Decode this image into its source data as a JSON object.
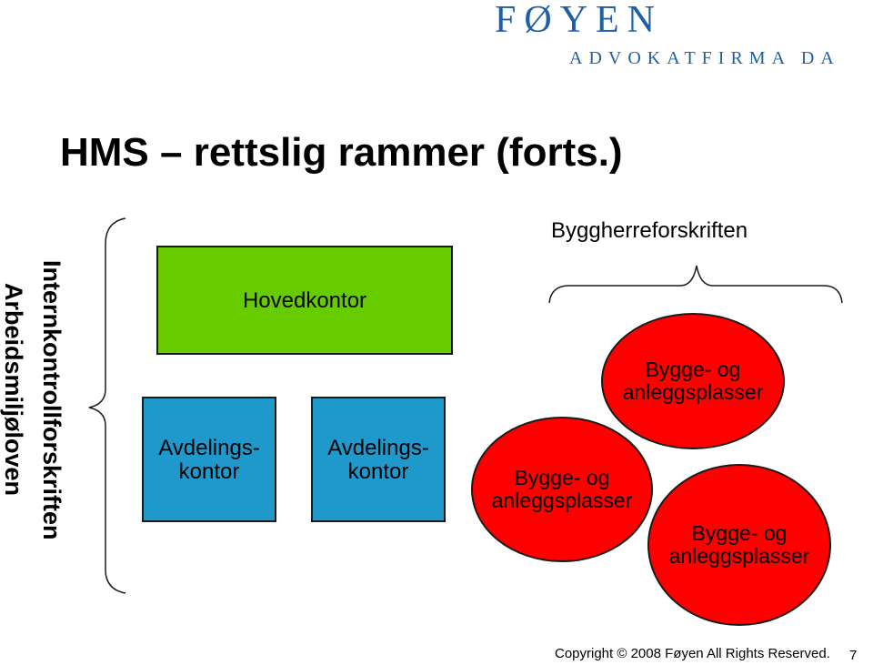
{
  "logo": {
    "name": "FØYEN",
    "subtitle": "ADVOKATFIRMA DA"
  },
  "slide": {
    "title": "HMS – rettslig rammer (forts.)",
    "vertical_labels": [
      "Internkontrollforskriften",
      "Arbeidsmiljøloven"
    ],
    "top_label": "Byggherreforskriften",
    "boxes": {
      "main": "Hovedkontor",
      "branch_1": "Avdelings-\nkontor",
      "branch_2": "Avdelings-\nkontor"
    },
    "ovals": {
      "top": "Bygge- og\nanleggsplasser",
      "left": "Bygge- og\nanleggsplasser",
      "right": "Bygge- og\nanleggsplasser"
    },
    "colors": {
      "main_box": "#66cc00",
      "branch_box": "#1f99cc",
      "oval": "#ff0000",
      "logo": "#1f5fa8"
    }
  },
  "footer": {
    "copyright": "Copyright © 2008 Føyen  All Rights Reserved.",
    "page_number": "7"
  }
}
